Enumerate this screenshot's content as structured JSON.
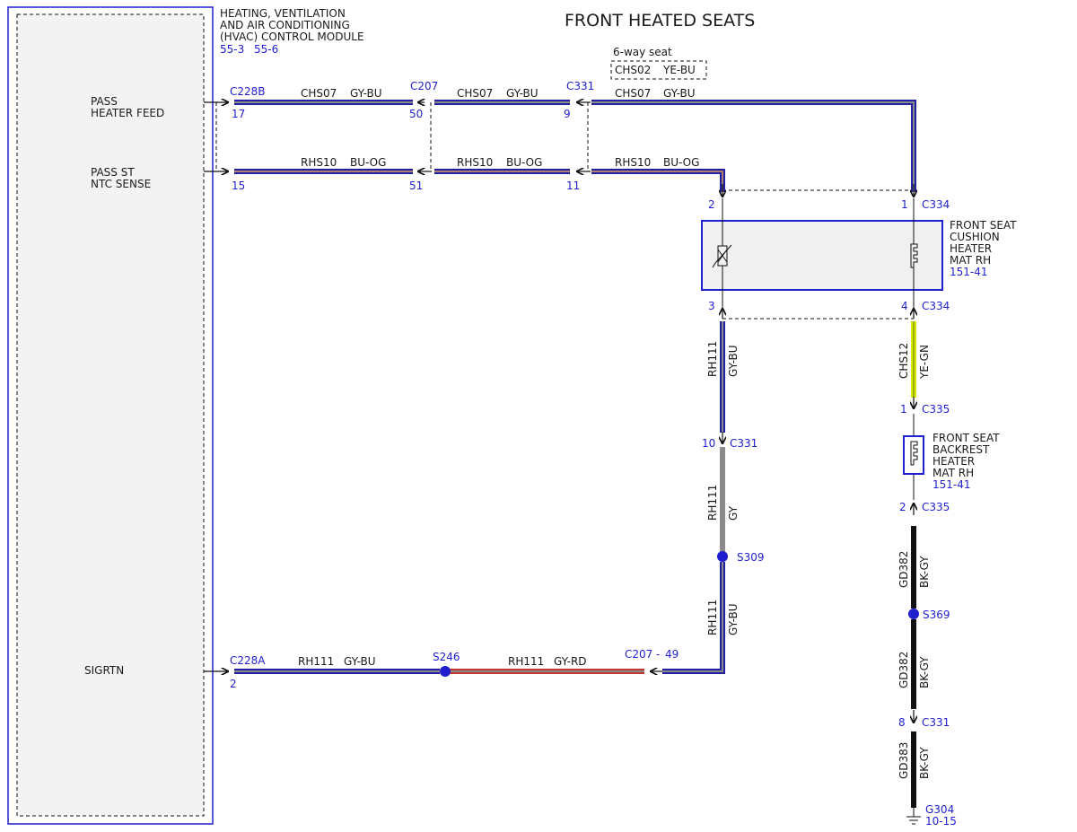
{
  "title": "FRONT HEATED SEATS",
  "module": {
    "name_lines": [
      "HEATING, VENTILATION",
      "AND AIR CONDITIONING",
      "(HVAC) CONTROL MODULE"
    ],
    "ref1": "55-3",
    "ref2": "55-6",
    "pins": {
      "heater_feed": [
        "PASS",
        "HEATER FEED"
      ],
      "ntc_sense": [
        "PASS ST",
        "NTC SENSE"
      ],
      "sigrtn": "SIGRTN"
    }
  },
  "note": {
    "title": "6-way seat",
    "circuit": "CHS02",
    "color": "YE-BU"
  },
  "wires": {
    "feed": {
      "seg1": {
        "circuit": "CHS07",
        "color": "GY-BU"
      },
      "seg2": {
        "circuit": "CHS07",
        "color": "GY-BU"
      },
      "seg3": {
        "circuit": "CHS07",
        "color": "GY-BU"
      }
    },
    "ntc": {
      "seg1": {
        "circuit": "RHS10",
        "color": "BU-OG"
      },
      "seg2": {
        "circuit": "RHS10",
        "color": "BU-OG"
      },
      "seg3": {
        "circuit": "RHS10",
        "color": "BU-OG"
      }
    },
    "rh_upper": {
      "circuit": "RH111",
      "color": "GY-BU"
    },
    "rh_mid": {
      "circuit": "RH111",
      "color": "GY"
    },
    "rh_lower": {
      "circuit": "RH111",
      "color": "GY-BU"
    },
    "sig_left": {
      "circuit": "RH111",
      "color": "GY-BU"
    },
    "sig_right": {
      "circuit": "RH111",
      "color": "GY-RD"
    },
    "chs12": {
      "circuit": "CHS12",
      "color": "YE-GN"
    },
    "gd382_a": {
      "circuit": "GD382",
      "color": "BK-GY"
    },
    "gd382_b": {
      "circuit": "GD382",
      "color": "BK-GY"
    },
    "gd383": {
      "circuit": "GD383",
      "color": "BK-GY"
    }
  },
  "connectors": {
    "c228b": {
      "name": "C228B",
      "pin_feed": "17",
      "pin_ntc": "15"
    },
    "c207": {
      "name": "C207",
      "pin_feed": "50",
      "pin_ntc": "51"
    },
    "c331": {
      "name": "C331",
      "pin_feed": "9",
      "pin_ntc": "11"
    },
    "c334_top": {
      "name": "C334",
      "pin_left": "2",
      "pin_right": "1"
    },
    "c334_bottom": {
      "name": "C334",
      "pin_left": "3",
      "pin_right": "4"
    },
    "c331_rh": {
      "name": "C331",
      "pin": "10"
    },
    "c335_top": {
      "name": "C335",
      "pin": "1"
    },
    "c335_bottom": {
      "name": "C335",
      "pin": "2"
    },
    "c331_gnd": {
      "name": "C331",
      "pin": "8"
    },
    "c228a": {
      "name": "C228A",
      "pin": "2"
    },
    "c207_sig": {
      "name": "C207",
      "dash": "-",
      "pin": "49"
    }
  },
  "splices": {
    "s309": "S309",
    "s246": "S246",
    "s369": "S369"
  },
  "cushion": {
    "name_lines": [
      "FRONT SEAT",
      "CUSHION",
      "HEATER",
      "MAT RH"
    ],
    "ref": "151-41"
  },
  "backrest": {
    "name_lines": [
      "FRONT SEAT",
      "BACKREST",
      "HEATER",
      "MAT RH"
    ],
    "ref": "151-41"
  },
  "ground": {
    "name": "G304",
    "ref": "10-15"
  },
  "colors": {
    "link_blue": "#1f1fd0",
    "wire_navy": "#2020a0",
    "wire_gray": "#8a8a8a",
    "wire_red": "#c03a30",
    "wire_yellow": "#e0f000",
    "wire_black": "#111111"
  }
}
